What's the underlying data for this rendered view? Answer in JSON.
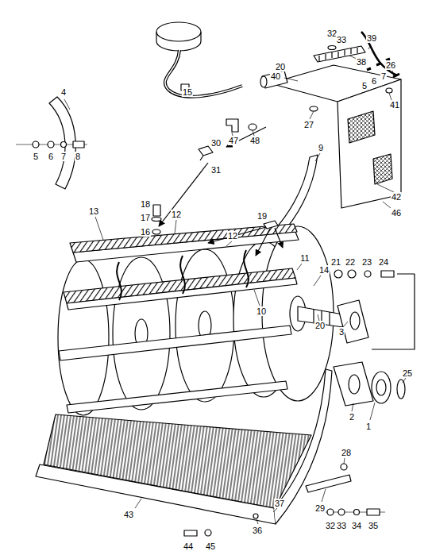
{
  "diagram": {
    "labels": [
      "4",
      "5",
      "6",
      "7",
      "8",
      "15",
      "20",
      "47",
      "48",
      "30",
      "31",
      "32",
      "33",
      "38",
      "39",
      "40",
      "26",
      "5",
      "6",
      "7",
      "27",
      "41",
      "42",
      "46",
      "9",
      "18",
      "17",
      "16",
      "19",
      "13",
      "12",
      "12",
      "11",
      "14",
      "10",
      "20",
      "3",
      "21",
      "22",
      "23",
      "24",
      "25",
      "2",
      "1",
      "28",
      "29",
      "32",
      "33",
      "34",
      "35",
      "43",
      "36",
      "37",
      "44",
      "45"
    ]
  }
}
